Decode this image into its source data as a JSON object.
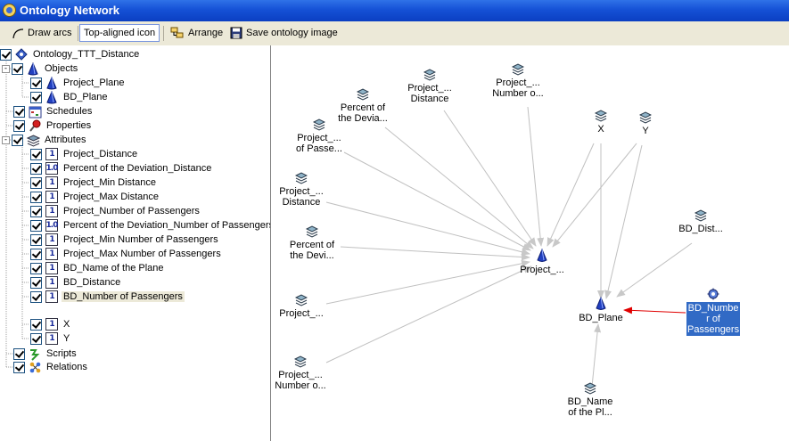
{
  "window": {
    "title": "Ontology Network"
  },
  "toolbar": {
    "draw_arcs": "Draw arcs",
    "top_aligned_icon": "Top-aligned icon",
    "arrange": "Arrange",
    "save_image": "Save ontology image"
  },
  "tree": {
    "root": "Ontology_TTT_Distance",
    "objects": {
      "label": "Objects",
      "items": [
        "Project_Plane",
        "BD_Plane"
      ]
    },
    "schedules": "Schedules",
    "properties": "Properties",
    "attributes": {
      "label": "Attributes",
      "items": [
        {
          "badge": "1",
          "label": "Project_Distance"
        },
        {
          "badge": "1.0",
          "label": "Percent of the Deviation_Distance"
        },
        {
          "badge": "1",
          "label": "Project_Min Distance"
        },
        {
          "badge": "1",
          "label": "Project_Max Distance"
        },
        {
          "badge": "1",
          "label": "Project_Number of Passengers"
        },
        {
          "badge": "1.0",
          "label": "Percent of the Deviation_Number of Passengers"
        },
        {
          "badge": "1",
          "label": "Project_Min Number of Passengers"
        },
        {
          "badge": "1",
          "label": "Project_Max Number of Passengers"
        },
        {
          "badge": "1",
          "label": "BD_Name of the Plane"
        },
        {
          "badge": "1",
          "label": "BD_Distance"
        },
        {
          "badge": "1",
          "label": "BD_Number of Passengers"
        }
      ],
      "extra_items": [
        {
          "badge": "1",
          "label": "X"
        },
        {
          "badge": "1",
          "label": "Y"
        }
      ]
    },
    "scripts": "Scripts",
    "relations": "Relations"
  },
  "graph": {
    "nodes": {
      "percent_dev_distance": "Percent of\nthe Devia...",
      "project_distance_top": "Project_...\nDistance",
      "project_number_top": "Project_...\nNumber o...",
      "project_passe": "Project_...\nof Passe...",
      "project_distance_left": "Project_...\nDistance",
      "percent_dev_num": "Percent of\nthe Devi...",
      "project_plain": "Project_...",
      "project_number_bottom": "Project_...\nNumber o...",
      "x": "X",
      "y": "Y",
      "bd_dist": "BD_Dist...",
      "project_hub": "Project_...",
      "bd_plane": "BD_Plane",
      "bd_number": "BD_Numbe\nr of\nPassengers",
      "bd_name": "BD_Name\nof the Pl..."
    },
    "colors": {
      "edge": "#c0c0c0",
      "selected_edge": "#e00000",
      "selection": "#316ac5"
    }
  }
}
